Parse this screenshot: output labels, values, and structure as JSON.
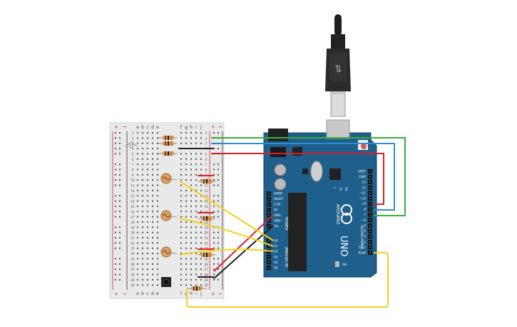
{
  "breadboard": {
    "columns_left": [
      "a",
      "b",
      "c",
      "d",
      "e"
    ],
    "columns_right": [
      "f",
      "g",
      "h",
      "i",
      "j"
    ],
    "row_count": 30,
    "rail_plus": "+",
    "rail_minus": "−"
  },
  "arduino": {
    "brand": "ARDUINO",
    "model": "UNO",
    "power_header_label": "POWER",
    "analog_header_label": "ANALOG IN",
    "digital_header_label": "DIGITAL (PWM~)",
    "power_pins": [
      "IOREF",
      "RESET",
      "3.3V",
      "5V",
      "GND",
      "GND",
      "Vin"
    ],
    "analog_pins": [
      "A0",
      "A1",
      "A2",
      "A3",
      "A4",
      "A5"
    ],
    "digital_pins": [
      "AREF",
      "GND",
      "13",
      "12",
      "~11",
      "~10",
      "~9",
      "8",
      "7",
      "~6",
      "~5",
      "4",
      "~3",
      "2",
      "TX▸1",
      "RX◂0"
    ],
    "led_labels": [
      "L",
      "TX",
      "RX"
    ],
    "on_label": "ON"
  },
  "colors": {
    "board": "#1f5f8b",
    "breadboard": "#e9e9e9",
    "wire_red": "#d2232a",
    "wire_black": "#222222",
    "wire_green": "#3aae3a",
    "wire_blue": "#2a8fd0",
    "wire_yellow": "#f2d21b",
    "usb": "#2b2b2b"
  }
}
